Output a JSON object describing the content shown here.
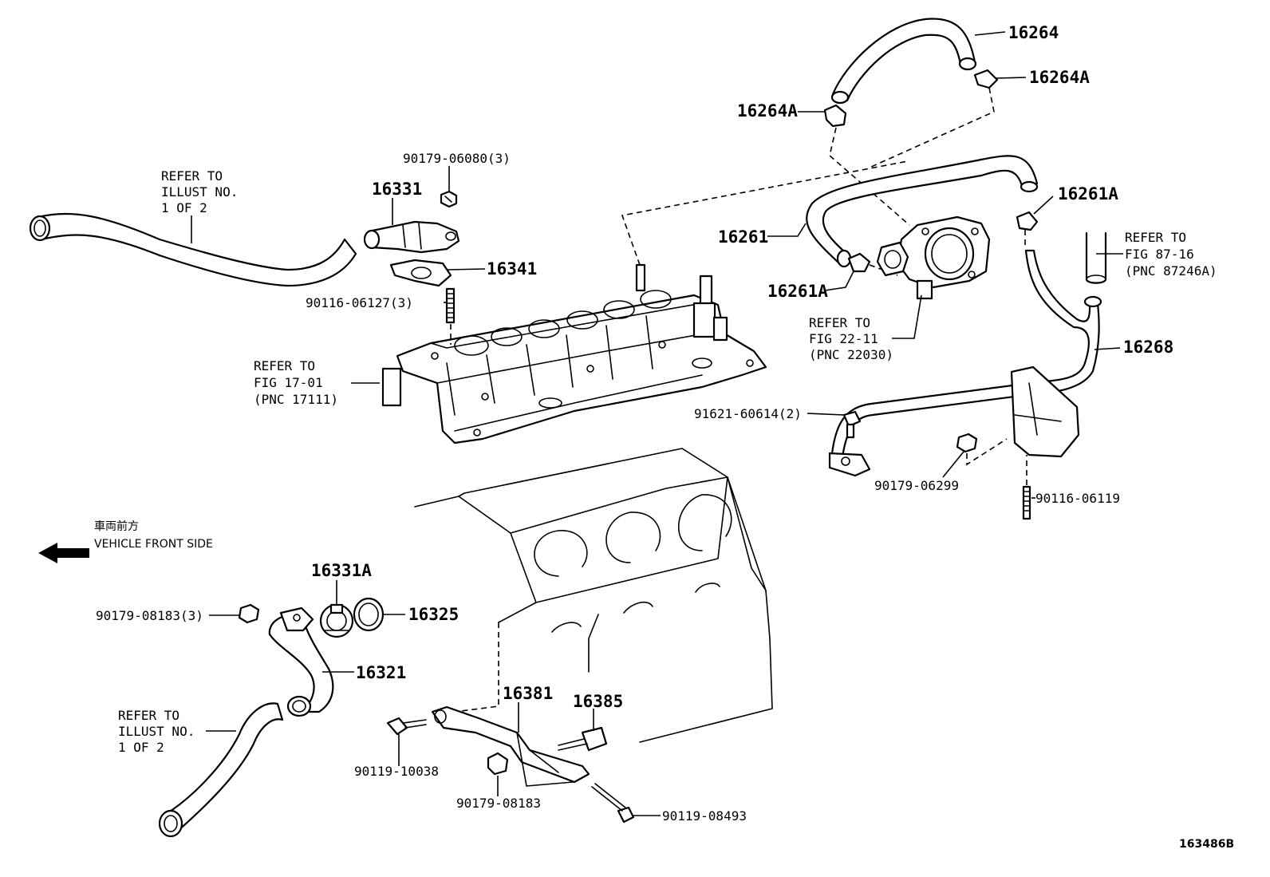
{
  "labels": {
    "p16264": "16264",
    "p16264A_right": "16264A",
    "p16264A_left": "16264A",
    "p90179_06080": "90179-06080(3)",
    "p16331": "16331",
    "p16261A_right": "16261A",
    "p16261": "16261",
    "p16341": "16341",
    "p16261A_left": "16261A",
    "p90116_06127": "90116-06127(3)",
    "p16268": "16268",
    "p91621_60614": "91621-60614(2)",
    "p90179_06299": "90179-06299",
    "p90116_06119": "90116-06119",
    "p16331A": "16331A",
    "p90179_08183_3": "90179-08183(3)",
    "p16325": "16325",
    "p16321": "16321",
    "p16381": "16381",
    "p16385": "16385",
    "p90119_10038": "90119-10038",
    "p90179_08183": "90179-08183",
    "p90119_08493": "90119-08493"
  },
  "refs": {
    "illust_top": [
      "REFER TO",
      "ILLUST NO.",
      "1 OF 2"
    ],
    "fig_17_01": [
      "REFER TO",
      "FIG 17-01",
      "(PNC 17111)"
    ],
    "fig_22_11": [
      "REFER TO",
      "FIG 22-11",
      "(PNC 22030)"
    ],
    "fig_87_16": [
      "REFER TO",
      "FIG 87-16",
      "(PNC 87246A)"
    ],
    "illust_bottom": [
      "REFER TO",
      "ILLUST NO.",
      "1 OF 2"
    ]
  },
  "direction": {
    "japanese": "車両前方",
    "english": "VEHICLE FRONT SIDE",
    "icon": "arrow-left-icon"
  },
  "diagram_code": "163486B"
}
